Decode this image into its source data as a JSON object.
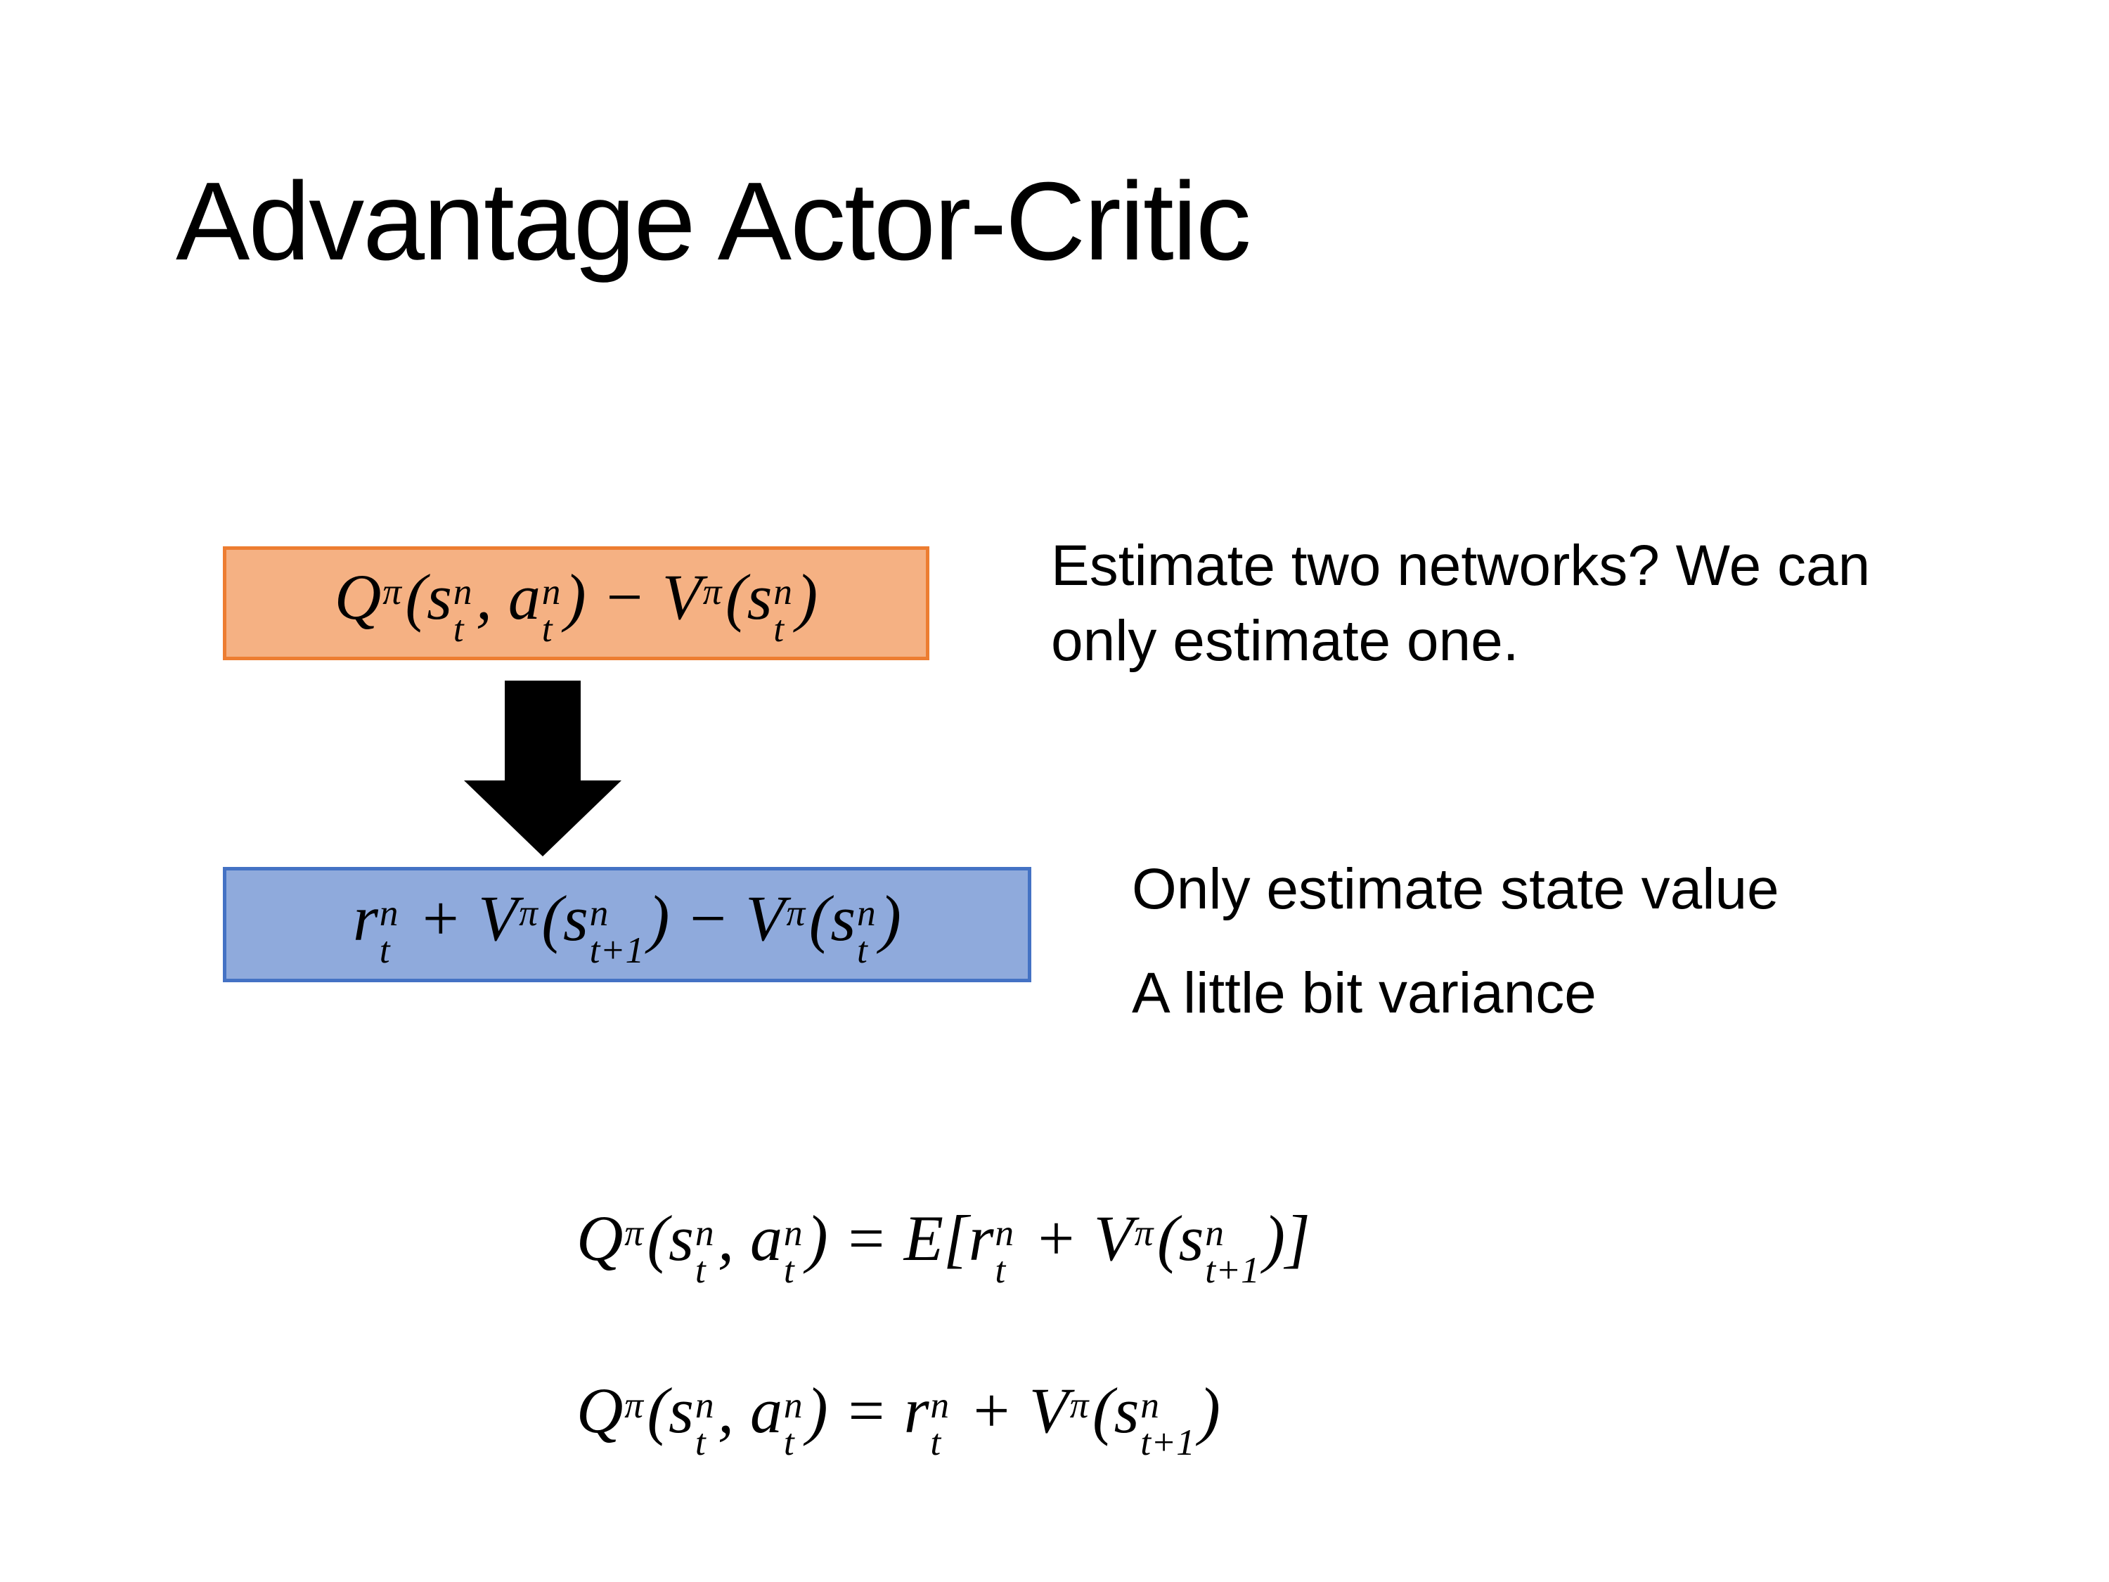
{
  "slide": {
    "title": "Advantage Actor-Critic"
  },
  "notes": {
    "two_networks": "Estimate two networks? We can only estimate one.",
    "state_value": "Only estimate state value",
    "variance": "A little bit variance"
  },
  "colors": {
    "orange_fill": "#F5B183",
    "orange_border": "#ED7D31",
    "blue_fill": "#8FAADC",
    "blue_border": "#4472C4",
    "arrow": "#000000"
  },
  "formulas": {
    "advantage": [
      {
        "b": "Q",
        "sup": "π"
      },
      {
        "b": "("
      },
      {
        "b": "s",
        "sup": "n",
        "sub": "t"
      },
      {
        "b": ", "
      },
      {
        "b": "a",
        "sup": "n",
        "sub": "t"
      },
      {
        "b": ")"
      },
      {
        "b": " − "
      },
      {
        "b": "V",
        "sup": "π"
      },
      {
        "b": "("
      },
      {
        "b": "s",
        "sup": "n",
        "sub": "t"
      },
      {
        "b": ")"
      }
    ],
    "td_error": [
      {
        "b": "r",
        "sup": "n",
        "sub": "t"
      },
      {
        "b": " + "
      },
      {
        "b": "V",
        "sup": "π"
      },
      {
        "b": "("
      },
      {
        "b": "s",
        "sup": "n",
        "sub": "t+1"
      },
      {
        "b": ")"
      },
      {
        "b": " − "
      },
      {
        "b": "V",
        "sup": "π"
      },
      {
        "b": "("
      },
      {
        "b": "s",
        "sup": "n",
        "sub": "t"
      },
      {
        "b": ")"
      }
    ],
    "q_expectation": [
      {
        "b": "Q",
        "sup": "π"
      },
      {
        "b": "("
      },
      {
        "b": "s",
        "sup": "n",
        "sub": "t"
      },
      {
        "b": ", "
      },
      {
        "b": "a",
        "sup": "n",
        "sub": "t"
      },
      {
        "b": ") = "
      },
      {
        "b": "E"
      },
      {
        "b": "["
      },
      {
        "b": "r",
        "sup": "n",
        "sub": "t"
      },
      {
        "b": " + "
      },
      {
        "b": "V",
        "sup": "π"
      },
      {
        "b": "("
      },
      {
        "b": "s",
        "sup": "n",
        "sub": "t+1"
      },
      {
        "b": ")"
      },
      {
        "b": "]"
      }
    ],
    "q_sample": [
      {
        "b": "Q",
        "sup": "π"
      },
      {
        "b": "("
      },
      {
        "b": "s",
        "sup": "n",
        "sub": "t"
      },
      {
        "b": ", "
      },
      {
        "b": "a",
        "sup": "n",
        "sub": "t"
      },
      {
        "b": ") = "
      },
      {
        "b": "r",
        "sup": "n",
        "sub": "t"
      },
      {
        "b": " + "
      },
      {
        "b": "V",
        "sup": "π"
      },
      {
        "b": "("
      },
      {
        "b": "s",
        "sup": "n",
        "sub": "t+1"
      },
      {
        "b": ")"
      }
    ]
  }
}
